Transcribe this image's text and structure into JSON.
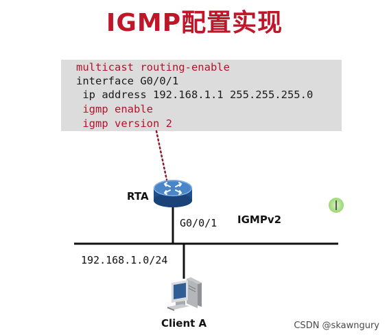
{
  "title": "IGMP配置实现",
  "config": {
    "lines": [
      "multicast routing-enable",
      "interface G0/0/1",
      " ip address 192.168.1.1 255.255.255.0",
      " igmp enable",
      " igmp version 2"
    ]
  },
  "router": {
    "name": "RTA",
    "interface": "G0/0/1",
    "protocol": "IGMPv2"
  },
  "network": {
    "subnet": "192.168.1.0/24"
  },
  "client": {
    "name": "Client A"
  },
  "watermark": "CSDN @skawngury",
  "colors": {
    "title": "#c0162a",
    "config_red": "#b5122b",
    "config_bg": "#dcdcdc",
    "router_body": "#2b5f9e",
    "dotted_line": "#8b1a2b"
  },
  "icons": {
    "router": "router-icon",
    "client": "pc-icon",
    "cursor": "text-cursor-icon"
  }
}
